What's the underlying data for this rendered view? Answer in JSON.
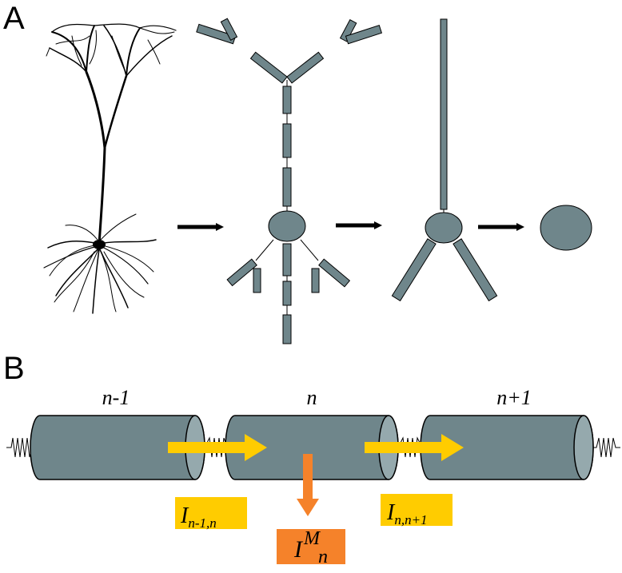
{
  "panel_a": {
    "label": "A"
  },
  "panel_b": {
    "label": "B",
    "compartments": [
      {
        "label": "n-1"
      },
      {
        "label": "n"
      },
      {
        "label": "n+1"
      }
    ],
    "axial_currents": [
      {
        "symbol": "I",
        "subscript": "n-1,n"
      },
      {
        "symbol": "I",
        "subscript": "n,n+1"
      }
    ],
    "membrane_current": {
      "symbol": "I",
      "superscript": "M",
      "subscript": "n"
    }
  },
  "colors": {
    "compartment_fill": "#6f868b",
    "cylinder_cap": "#95a9ad",
    "axial_current": "#ffcc00",
    "membrane_current": "#f5822a",
    "stroke": "#000000"
  }
}
